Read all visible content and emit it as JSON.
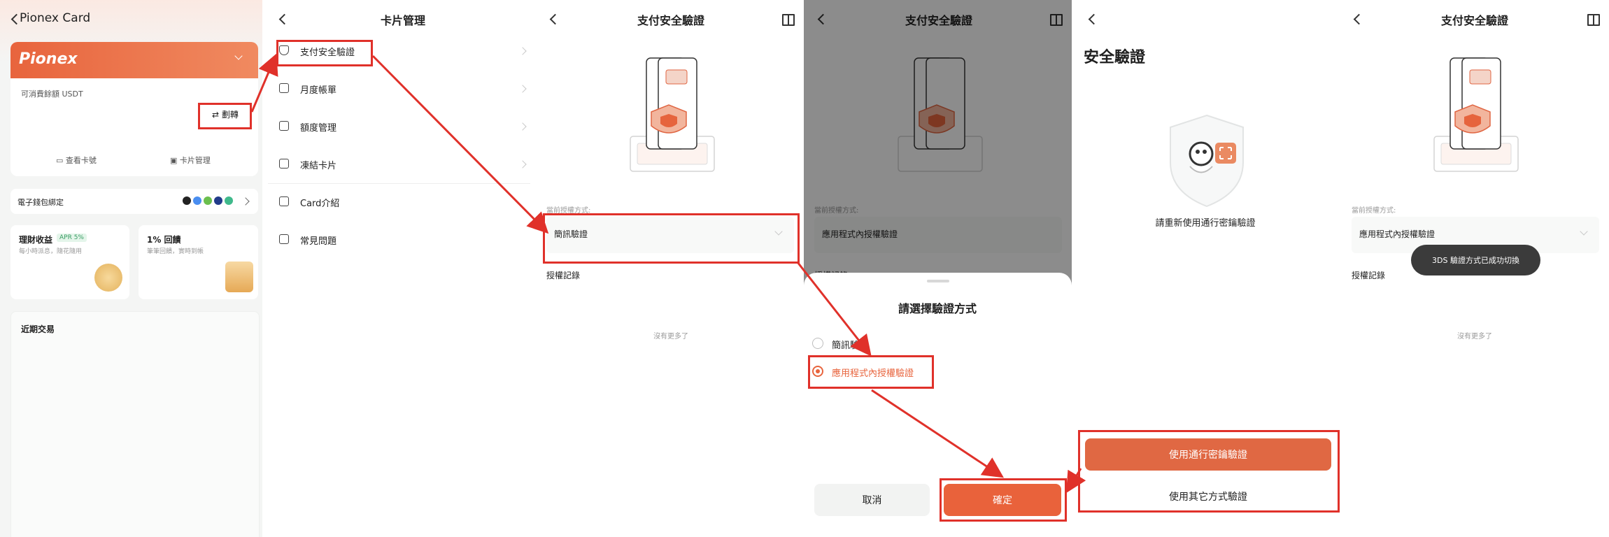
{
  "colors": {
    "brand": "#e8643d",
    "red_annotation": "#e0312a",
    "dark_toast": "#3b3b3b"
  },
  "p1": {
    "title": "Pionex Card",
    "brand": "Pionex",
    "balance_label": "可消費餘額 USDT",
    "transfer_label": "劃轉",
    "view_card": "查看卡號",
    "card_mgmt": "卡片管理",
    "wallet_label": "電子錢包綁定",
    "earn_title": "理財收益",
    "earn_badge": "APR 5%",
    "earn_sub": "每小時派息，隨花隨用",
    "cashback_title": "1% 回饋",
    "cashback_sub": "筆筆回饋，實時到帳",
    "recent": "近期交易"
  },
  "p2": {
    "title": "卡片管理",
    "items": [
      {
        "label": "支付安全驗證",
        "icon": "shield-icon"
      },
      {
        "label": "月度帳單",
        "icon": "bill-icon"
      },
      {
        "label": "額度管理",
        "icon": "limit-icon"
      },
      {
        "label": "凍結卡片",
        "icon": "freeze-card-icon"
      },
      {
        "label": "Card介紹",
        "icon": "card-icon"
      },
      {
        "label": "常見問題",
        "icon": "book-icon"
      }
    ]
  },
  "p3": {
    "title": "支付安全驗證",
    "method_label": "當前授權方式:",
    "method_value": "簡訊驗證",
    "records": "授權記錄",
    "no_more": "沒有更多了"
  },
  "p4": {
    "title": "支付安全驗證",
    "method_label": "當前授權方式:",
    "method_value": "應用程式內授權驗證",
    "records": "授權記錄",
    "sheet_title": "請選擇驗證方式",
    "opt_sms": "簡訊驗證",
    "opt_app": "應用程式內授權驗證",
    "cancel": "取消",
    "confirm": "確定"
  },
  "p5": {
    "title": "安全驗證",
    "desc": "請重新使用通行密鑰驗證",
    "btn_passkey": "使用通行密鑰驗證",
    "btn_other": "使用其它方式驗證"
  },
  "p6": {
    "title": "支付安全驗證",
    "method_label": "當前授權方式:",
    "method_value": "應用程式內授權驗證",
    "records": "授權記錄",
    "no_more": "沒有更多了",
    "toast": "3DS 驗證方式已成功切換"
  }
}
